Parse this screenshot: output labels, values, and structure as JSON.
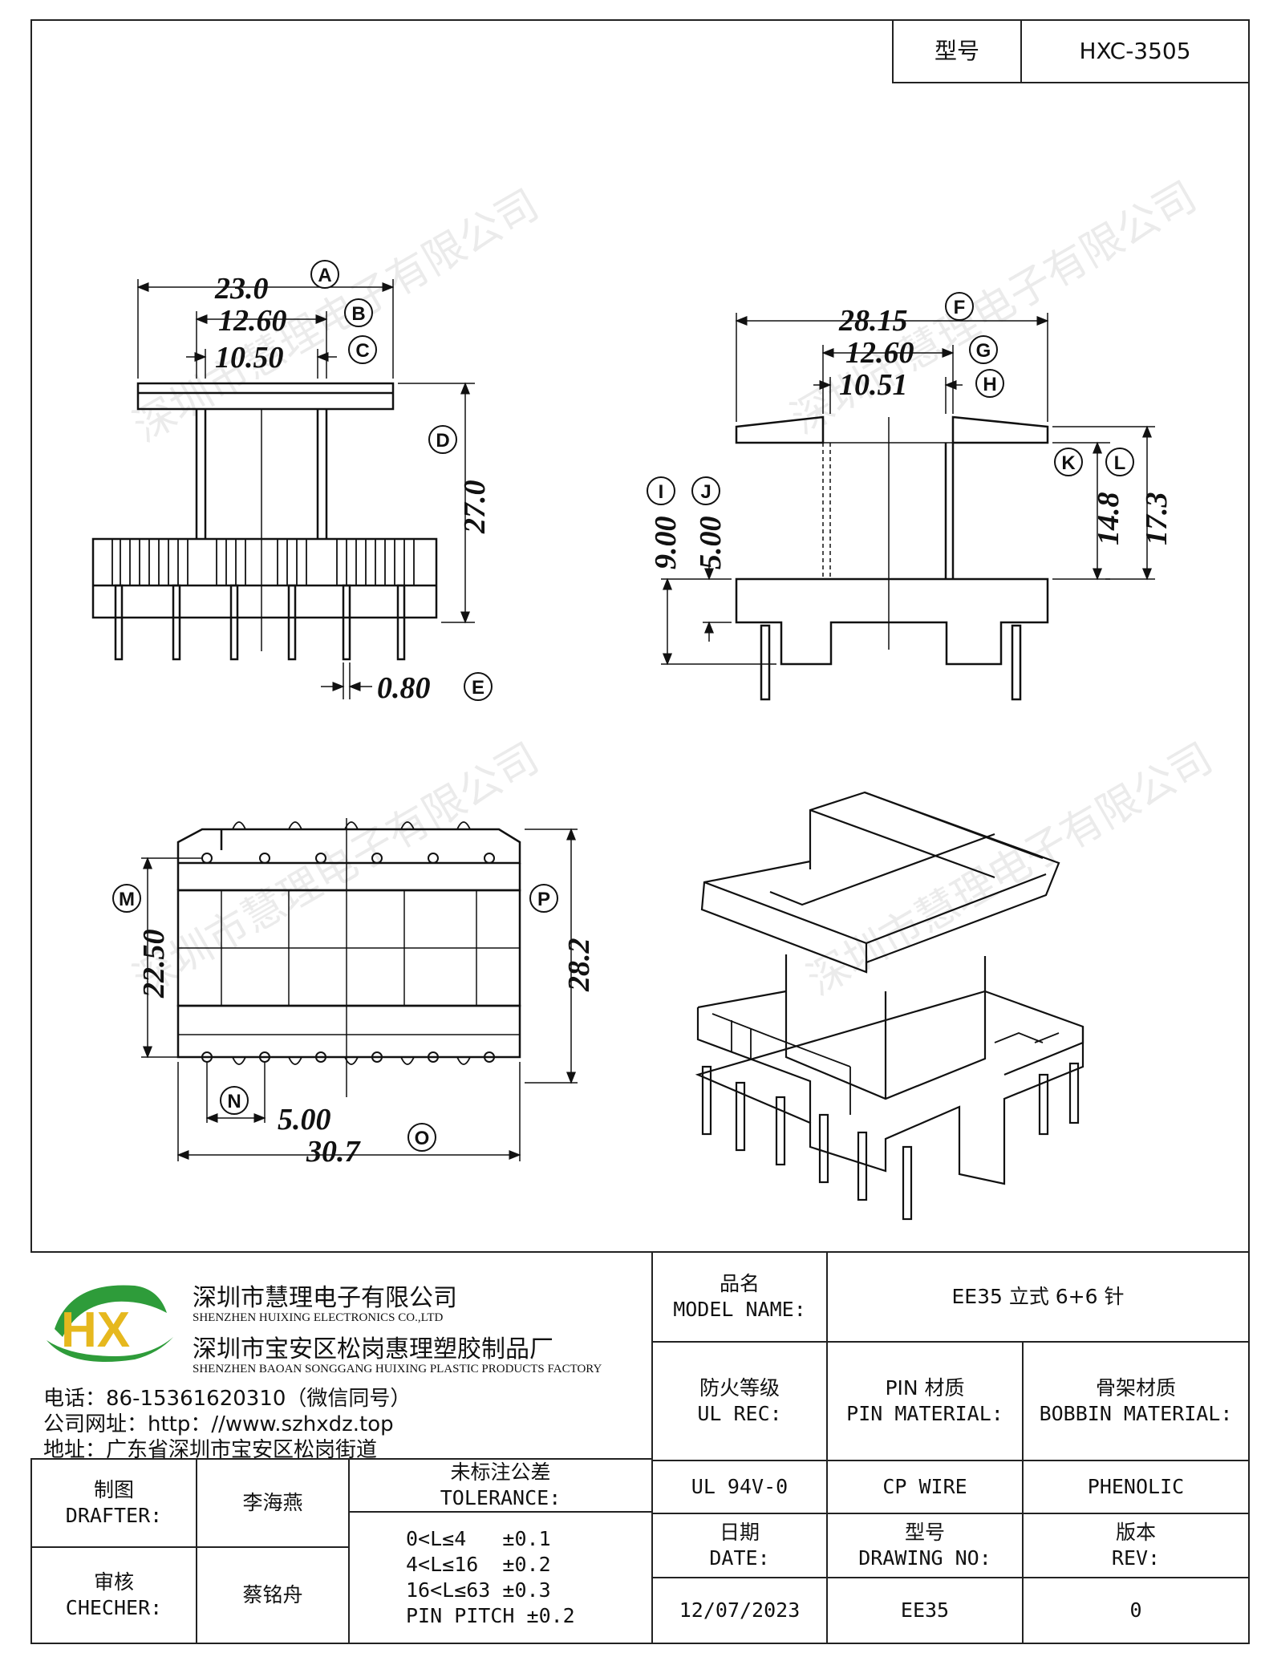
{
  "model_box": {
    "label": "型号",
    "value": "HXC-3505"
  },
  "dimensions": {
    "A": {
      "value": "23.0",
      "tag": "A"
    },
    "B": {
      "value": "12.60",
      "tag": "B"
    },
    "C": {
      "value": "10.50",
      "tag": "C"
    },
    "D": {
      "value": "27.0",
      "tag": "D"
    },
    "E": {
      "value": "0.80",
      "tag": "E"
    },
    "F": {
      "value": "28.15",
      "tag": "F"
    },
    "G": {
      "value": "12.60",
      "tag": "G"
    },
    "H": {
      "value": "10.51",
      "tag": "H"
    },
    "I": {
      "value": "9.00",
      "tag": "I"
    },
    "J": {
      "value": "5.00",
      "tag": "J"
    },
    "K": {
      "value": "14.8",
      "tag": "K"
    },
    "L": {
      "value": "17.3",
      "tag": "L"
    },
    "M": {
      "value": "22.50",
      "tag": "M"
    },
    "N": {
      "value": "5.00",
      "tag": "N"
    },
    "O": {
      "value": "30.7",
      "tag": "O"
    },
    "P": {
      "value": "28.2",
      "tag": "P"
    }
  },
  "watermark": "深圳市慧理电子有限公司",
  "company": {
    "logo_text": "HX",
    "name_cn_1": "深圳市慧理电子有限公司",
    "name_en_1": "SHENZHEN HUIXING ELECTRONICS CO.,LTD",
    "name_cn_2": "深圳市宝安区松岗惠理塑胶制品厂",
    "name_en_2": "SHENZHEN BAOAN SONGGANG HUIXING PLASTIC PRODUCTS FACTORY",
    "phone": "电话：86-15361620310（微信同号）",
    "website": "公司网址：http：//www.szhxdz.top",
    "address": "地址：广东省深圳市宝安区松岗街道"
  },
  "title_block": {
    "model_name_cn": "品名",
    "model_name_en": "MODEL NAME:",
    "model_name_value": "EE35 立式 6+6 针",
    "ul_rec_cn": "防火等级",
    "ul_rec_en": "UL REC:",
    "pin_material_cn": "PIN 材质",
    "pin_material_en": "PIN MATERIAL:",
    "bobbin_material_cn": "骨架材质",
    "bobbin_material_en": "BOBBIN MATERIAL:",
    "ul_rec_value": "UL 94V-0",
    "pin_material_value": "CP WIRE",
    "bobbin_material_value": "PHENOLIC",
    "drafter_cn": "制图",
    "drafter_en": "DRAFTER:",
    "drafter_value": "李海燕",
    "checker_cn": "审核",
    "checker_en": "CHECHER:",
    "checker_value": "蔡铭舟",
    "tolerance_cn": "未标注公差",
    "tolerance_en": "TOLERANCE:",
    "tolerance_lines": [
      "0<L≤4   ±0.1",
      "4<L≤16  ±0.2",
      "16<L≤63 ±0.3",
      "PIN PITCH ±0.2"
    ],
    "date_cn": "日期",
    "date_en": "DATE:",
    "date_value": "12/07/2023",
    "drawing_no_cn": "型号",
    "drawing_no_en": "DRAWING NO:",
    "drawing_no_value": "EE35",
    "rev_cn": "版本",
    "rev_en": "REV:",
    "rev_value": "0"
  }
}
